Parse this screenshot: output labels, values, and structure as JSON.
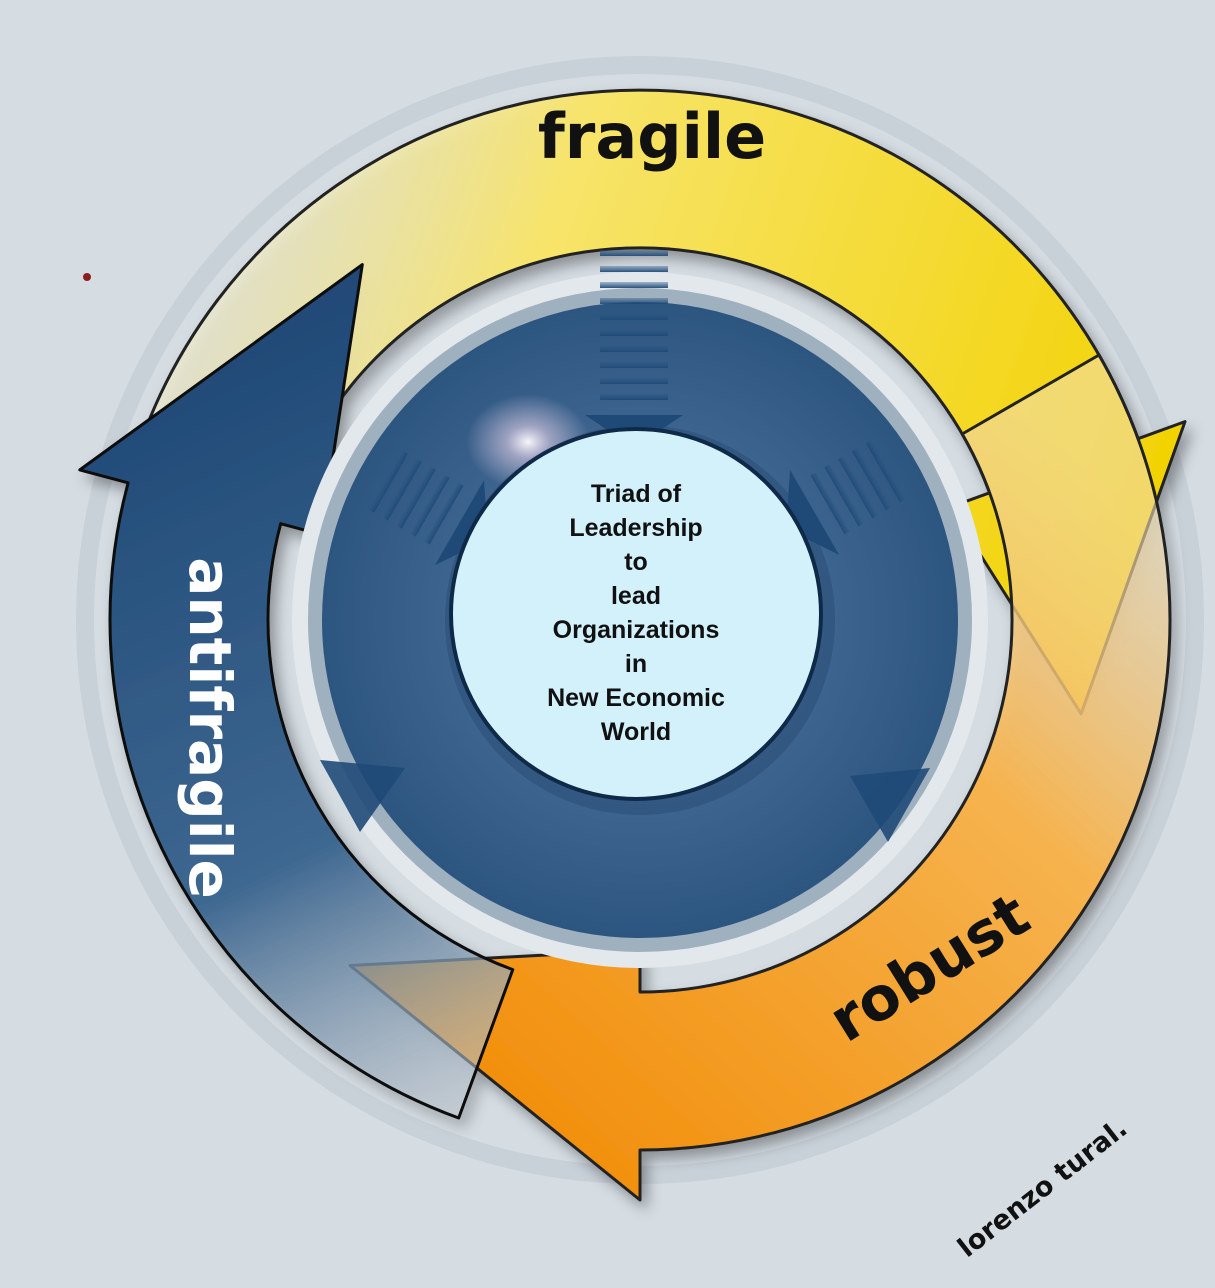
{
  "diagram": {
    "center_lines": [
      "Triad of",
      "Leadership",
      "to",
      "lead",
      "Organizations",
      "in",
      "New Economic",
      "World"
    ],
    "arrows": [
      {
        "label": "fragile",
        "color": "#f2d700"
      },
      {
        "label": "robust",
        "color": "#f59a12"
      },
      {
        "label": "antifragile",
        "color": "#23507f"
      }
    ],
    "signature": "lorenzo tural."
  },
  "colors": {
    "background": "#d5dde3",
    "ring_outer": "#bcc6cd",
    "inner_disc": "#4a6f97",
    "center_fill": "#d2f1fb",
    "accent_blue": "#1f4a78"
  }
}
